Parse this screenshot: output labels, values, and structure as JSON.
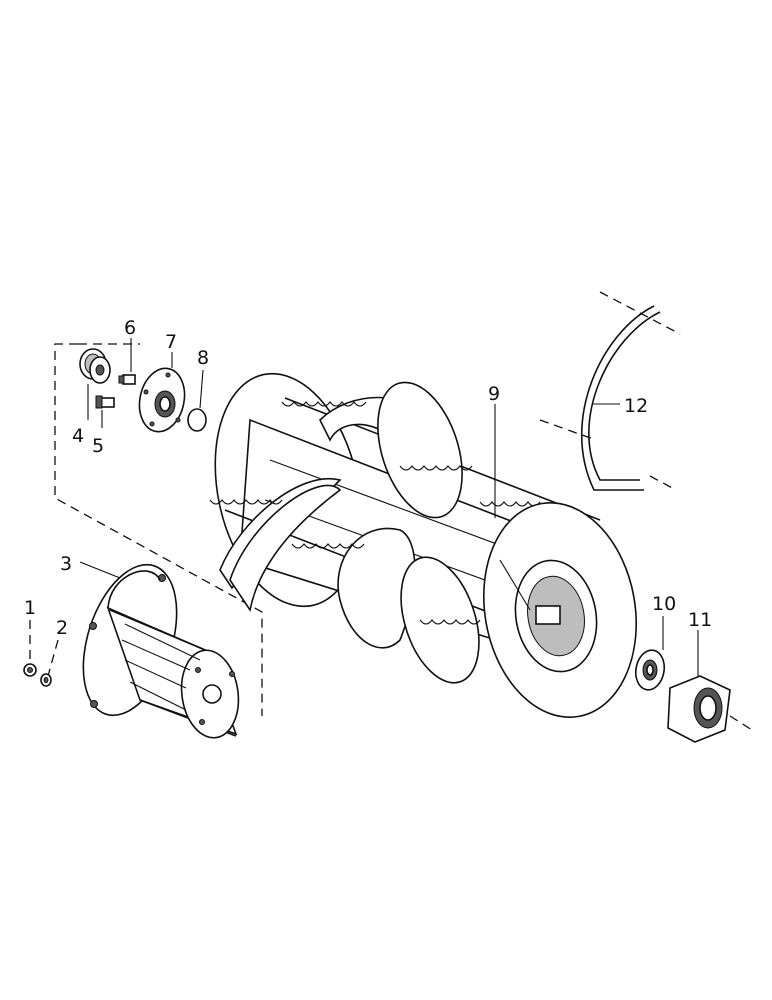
{
  "diagram": {
    "callouts": [
      {
        "id": "c1",
        "text": "1"
      },
      {
        "id": "c2",
        "text": "2"
      },
      {
        "id": "c3",
        "text": "3"
      },
      {
        "id": "c4",
        "text": "4"
      },
      {
        "id": "c5",
        "text": "5"
      },
      {
        "id": "c6",
        "text": "6"
      },
      {
        "id": "c7",
        "text": "7"
      },
      {
        "id": "c8",
        "text": "8"
      },
      {
        "id": "c9",
        "text": "9"
      },
      {
        "id": "c10",
        "text": "10"
      },
      {
        "id": "c11",
        "text": "11"
      },
      {
        "id": "c12",
        "text": "12"
      }
    ]
  }
}
